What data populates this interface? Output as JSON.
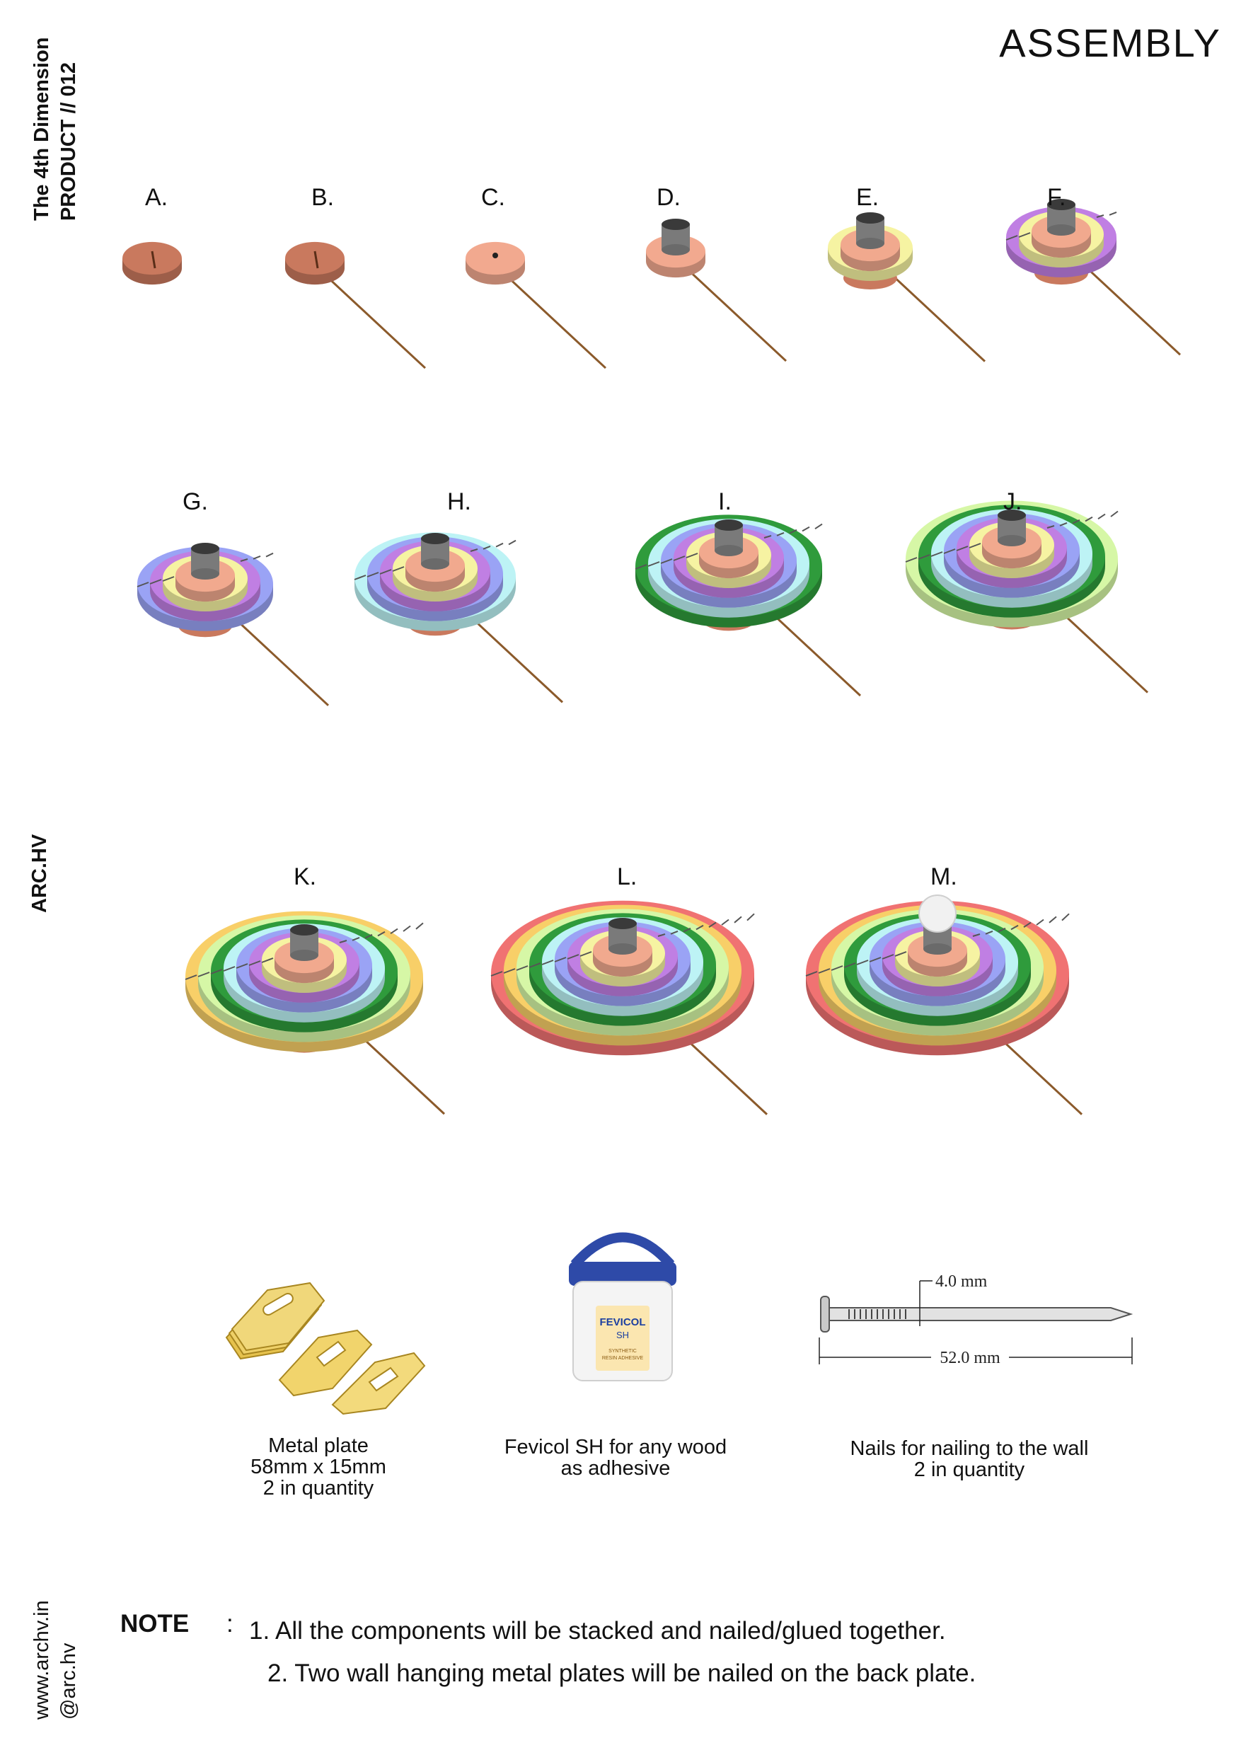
{
  "title": "ASSEMBLY",
  "sidebar": {
    "brand_line1": "The 4th Dimension",
    "brand_line2": "PRODUCT // 012",
    "studio": "ARC.HV",
    "website": "www.archv.in",
    "handle": "@arc.hv"
  },
  "steps": [
    {
      "label": "A.",
      "rings": [
        "#c9795e"
      ],
      "core": "slit",
      "stick": false
    },
    {
      "label": "B.",
      "rings": [
        "#c9795e"
      ],
      "core": "slit",
      "stick": true
    },
    {
      "label": "C.",
      "rings": [
        "#f2a98f"
      ],
      "core": "dot",
      "stick": true
    },
    {
      "label": "D.",
      "rings": [
        "#f2a98f"
      ],
      "core": "tube",
      "stick": true
    },
    {
      "label": "E.",
      "rings": [
        "#f1a98e",
        "#f6f3a2"
      ],
      "core": "tube",
      "stick": true
    },
    {
      "label": "F.",
      "rings": [
        "#f1a98e",
        "#f6f3a2",
        "#c07fe3"
      ],
      "core": "tube",
      "stick": true
    },
    {
      "label": "G.",
      "rings": [
        "#f1a98e",
        "#f6f3a2",
        "#c07fe3",
        "#9aa3f5"
      ],
      "core": "tube",
      "stick": true
    },
    {
      "label": "H.",
      "rings": [
        "#f1a98e",
        "#f6f3a2",
        "#c07fe3",
        "#9aa3f5",
        "#bdf3f5"
      ],
      "core": "tube",
      "stick": true
    },
    {
      "label": "I.",
      "rings": [
        "#f1a98e",
        "#f6f3a2",
        "#c07fe3",
        "#9aa3f5",
        "#bdf3f5",
        "#2f9b3c"
      ],
      "core": "tube",
      "stick": true
    },
    {
      "label": "J.",
      "rings": [
        "#f1a98e",
        "#f6f3a2",
        "#c07fe3",
        "#9aa3f5",
        "#bdf3f5",
        "#2f9b3c",
        "#d6f7a6"
      ],
      "core": "tube",
      "stick": true
    },
    {
      "label": "K.",
      "rings": [
        "#f1a98e",
        "#f6f3a2",
        "#c07fe3",
        "#9aa3f5",
        "#bdf3f5",
        "#2f9b3c",
        "#d6f7a6",
        "#f8cf68"
      ],
      "core": "tube",
      "stick": true
    },
    {
      "label": "L.",
      "rings": [
        "#f1a98e",
        "#f6f3a2",
        "#c07fe3",
        "#9aa3f5",
        "#bdf3f5",
        "#2f9b3c",
        "#d6f7a6",
        "#f8cf68",
        "#f07272"
      ],
      "core": "tube",
      "stick": true
    },
    {
      "label": "M.",
      "rings": [
        "#f1a98e",
        "#f6f3a2",
        "#c07fe3",
        "#9aa3f5",
        "#bdf3f5",
        "#2f9b3c",
        "#d6f7a6",
        "#f8cf68",
        "#f07272"
      ],
      "core": "ball",
      "stick": true
    }
  ],
  "materials": [
    {
      "name": "metal-plate",
      "caption": [
        "Metal plate",
        "58mm x 15mm",
        "2 in quantity"
      ]
    },
    {
      "name": "fevicol",
      "caption": [
        "Fevicol SH for any wood",
        "as adhesive"
      ],
      "label_brand": "FEVICOL",
      "label_sub": "SH",
      "label_desc1": "SYNTHETIC",
      "label_desc2": "RESIN ADHESIVE"
    },
    {
      "name": "nail",
      "caption": [
        "Nails for nailing to the wall",
        "2 in quantity"
      ],
      "dim_diameter": "4.0 mm",
      "dim_length": "52.0 mm"
    }
  ],
  "note": {
    "heading": "NOTE",
    "separator": ":",
    "line1": "1. All the components will be stacked and nailed/glued together.",
    "line2": "2. Two wall hanging metal plates will be nailed on the back plate."
  }
}
